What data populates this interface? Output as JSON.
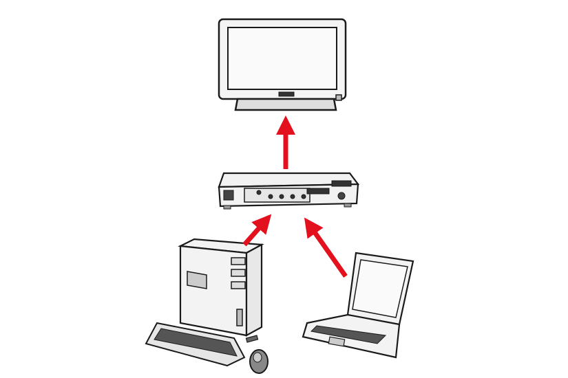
{
  "diagram": {
    "nodes": [
      {
        "id": "display",
        "icon": "monitor-icon"
      },
      {
        "id": "switch",
        "icon": "kvm-switch-icon"
      },
      {
        "id": "desktop",
        "icon": "desktop-pc-icon"
      },
      {
        "id": "keyboard",
        "icon": "keyboard-icon"
      },
      {
        "id": "mouse",
        "icon": "mouse-icon"
      },
      {
        "id": "laptop",
        "icon": "laptop-icon"
      }
    ],
    "edges": [
      {
        "from": "switch",
        "to": "display"
      },
      {
        "from": "desktop",
        "to": "switch"
      },
      {
        "from": "laptop",
        "to": "switch"
      }
    ],
    "colors": {
      "arrow": "#e3101e",
      "stroke": "#1a1a1a",
      "fill": "#f3f3f3"
    }
  }
}
